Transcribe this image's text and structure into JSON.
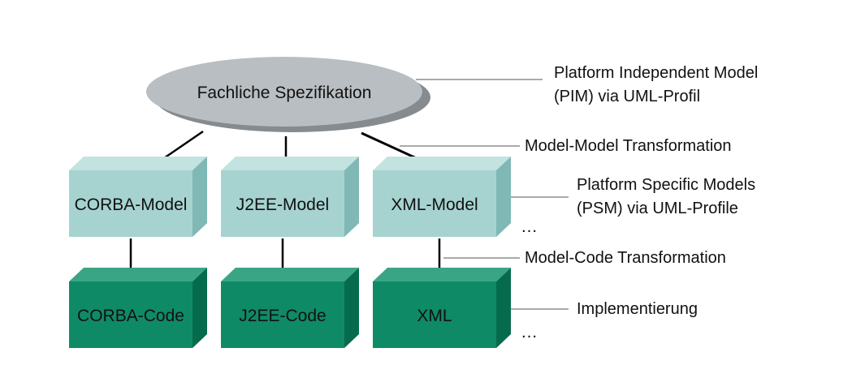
{
  "top": {
    "label": "Fachliche Spezifikation"
  },
  "model_row": [
    {
      "label": "CORBA-Model"
    },
    {
      "label": "J2EE-Model"
    },
    {
      "label": "XML-Model"
    }
  ],
  "code_row": [
    {
      "label": "CORBA-Code"
    },
    {
      "label": "J2EE-Code"
    },
    {
      "label": "XML"
    }
  ],
  "notes": {
    "pim_line1": "Platform Independent Model",
    "pim_line2": "(PIM) via UML-Profil",
    "model_model": "Model-Model Transformation",
    "psm_line1": "Platform Specific Models",
    "psm_line2": "(PSM) via UML-Profile",
    "model_code": "Model-Code Transformation",
    "impl": "Implementierung"
  },
  "ellipsis_models": "…",
  "ellipsis_code": "…",
  "colors": {
    "model_front": "#a6d3d0",
    "model_top": "#c3e3e0",
    "model_side": "#7fb8b4",
    "code_front": "#0f8a66",
    "code_top": "#3aa585",
    "code_side": "#066b4d",
    "ellipse_fill": "#b9bec2",
    "ellipse_shadow": "#868b8f"
  }
}
